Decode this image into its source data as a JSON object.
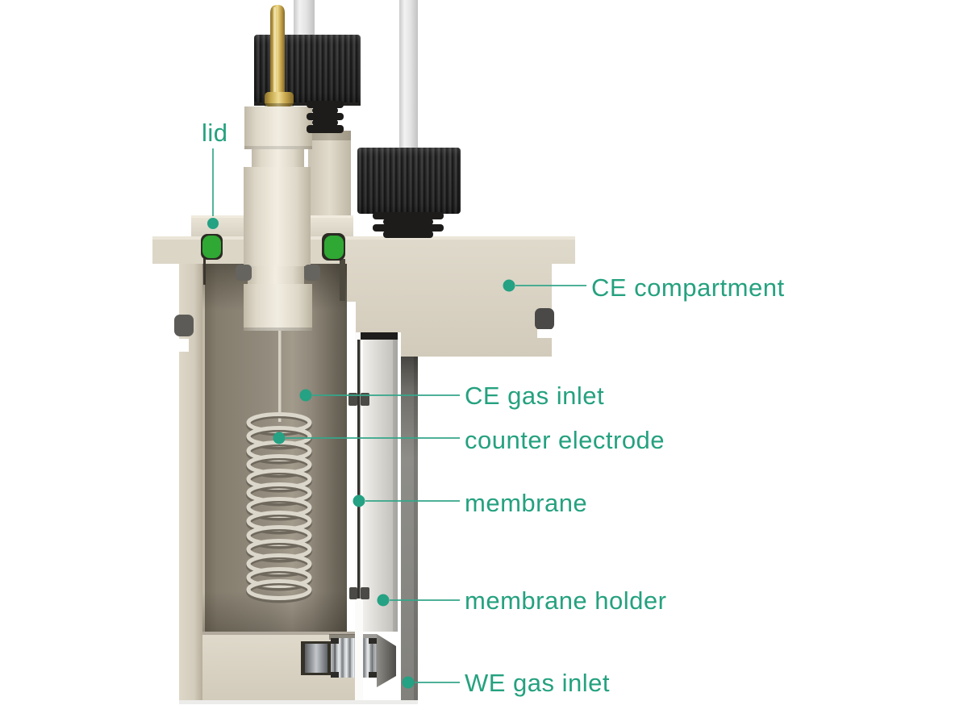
{
  "figure": {
    "description": "Cross-section illustration of an electrochemical gas-diffusion cell with labeled parts",
    "labels": {
      "lid": "lid",
      "ce_compartment": "CE compartment",
      "ce_gas_inlet": "CE gas inlet",
      "counter_electrode": "counter electrode",
      "membrane": "membrane",
      "membrane_holder": "membrane holder",
      "we_gas_inlet": "WE gas inlet"
    },
    "colors": {
      "background": "#ffffff",
      "label_text": "#25a17f",
      "leader_line": "#35a68a",
      "marker_dot": "#25a183",
      "body_beige": "#dcd6c7",
      "cavity_tan": "#938c7e",
      "oring_green": "#2fa834",
      "nut_black": "#2d2d2d",
      "pin_brass": "#d9bc6a",
      "tube_white": "#e9e9e9",
      "we_rod_gray": "#8b8b87"
    }
  }
}
